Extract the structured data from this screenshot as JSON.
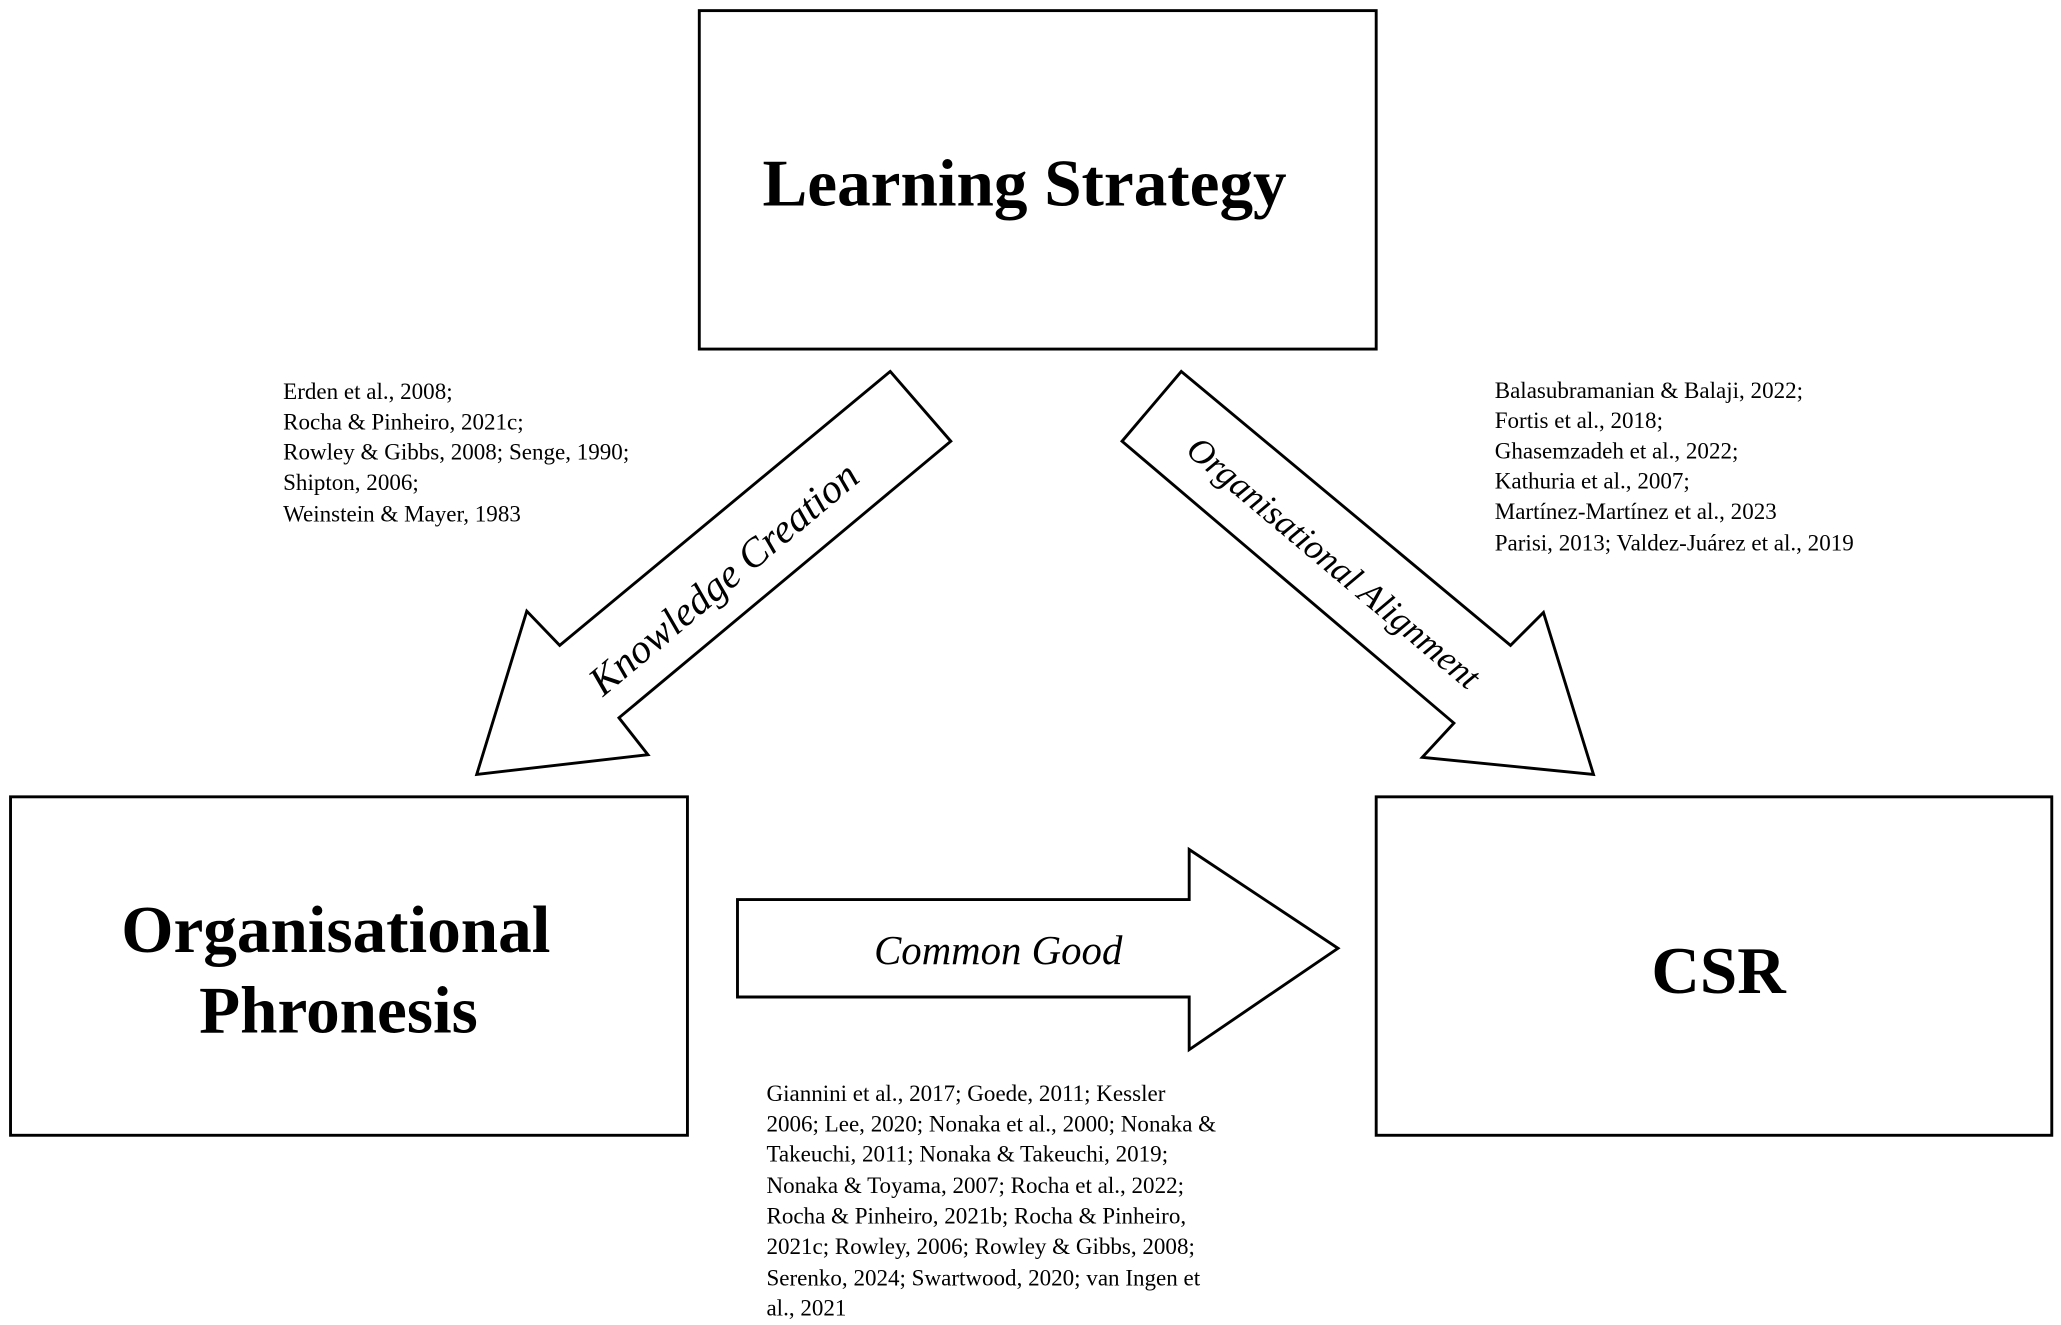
{
  "nodes": {
    "learning_strategy": "Learning Strategy",
    "phronesis_line1": "Organisational",
    "phronesis_line2": "Phronesis",
    "csr": "CSR"
  },
  "arrows": {
    "knowledge_creation": "Knowledge Creation",
    "organisational_alignment": "Organisational Alignment",
    "common_good": "Common Good"
  },
  "citations": {
    "left": [
      "Erden et al., 2008;",
      "Rocha & Pinheiro, 2021c;",
      "Rowley & Gibbs, 2008; Senge, 1990;",
      "Shipton, 2006;",
      "Weinstein & Mayer, 1983"
    ],
    "right": [
      "Balasubramanian & Balaji, 2022;",
      "Fortis et al., 2018;",
      "Ghasemzadeh et al., 2022;",
      "Kathuria et al., 2007;",
      "Martínez-Martínez et al., 2023",
      "Parisi, 2013; Valdez-Juárez et al., 2019"
    ],
    "bottom": [
      "Giannini et al., 2017; Goede, 2011; Kessler",
      "2006; Lee, 2020; Nonaka et al., 2000; Nonaka &",
      "Takeuchi, 2011; Nonaka & Takeuchi, 2019;",
      "Nonaka & Toyama, 2007; Rocha et al., 2022;",
      "Rocha & Pinheiro, 2021b; Rocha & Pinheiro,",
      "2021c; Rowley, 2006; Rowley & Gibbs, 2008;",
      "Serenko, 2024; Swartwood, 2020; van Ingen et",
      "al., 2021"
    ]
  }
}
